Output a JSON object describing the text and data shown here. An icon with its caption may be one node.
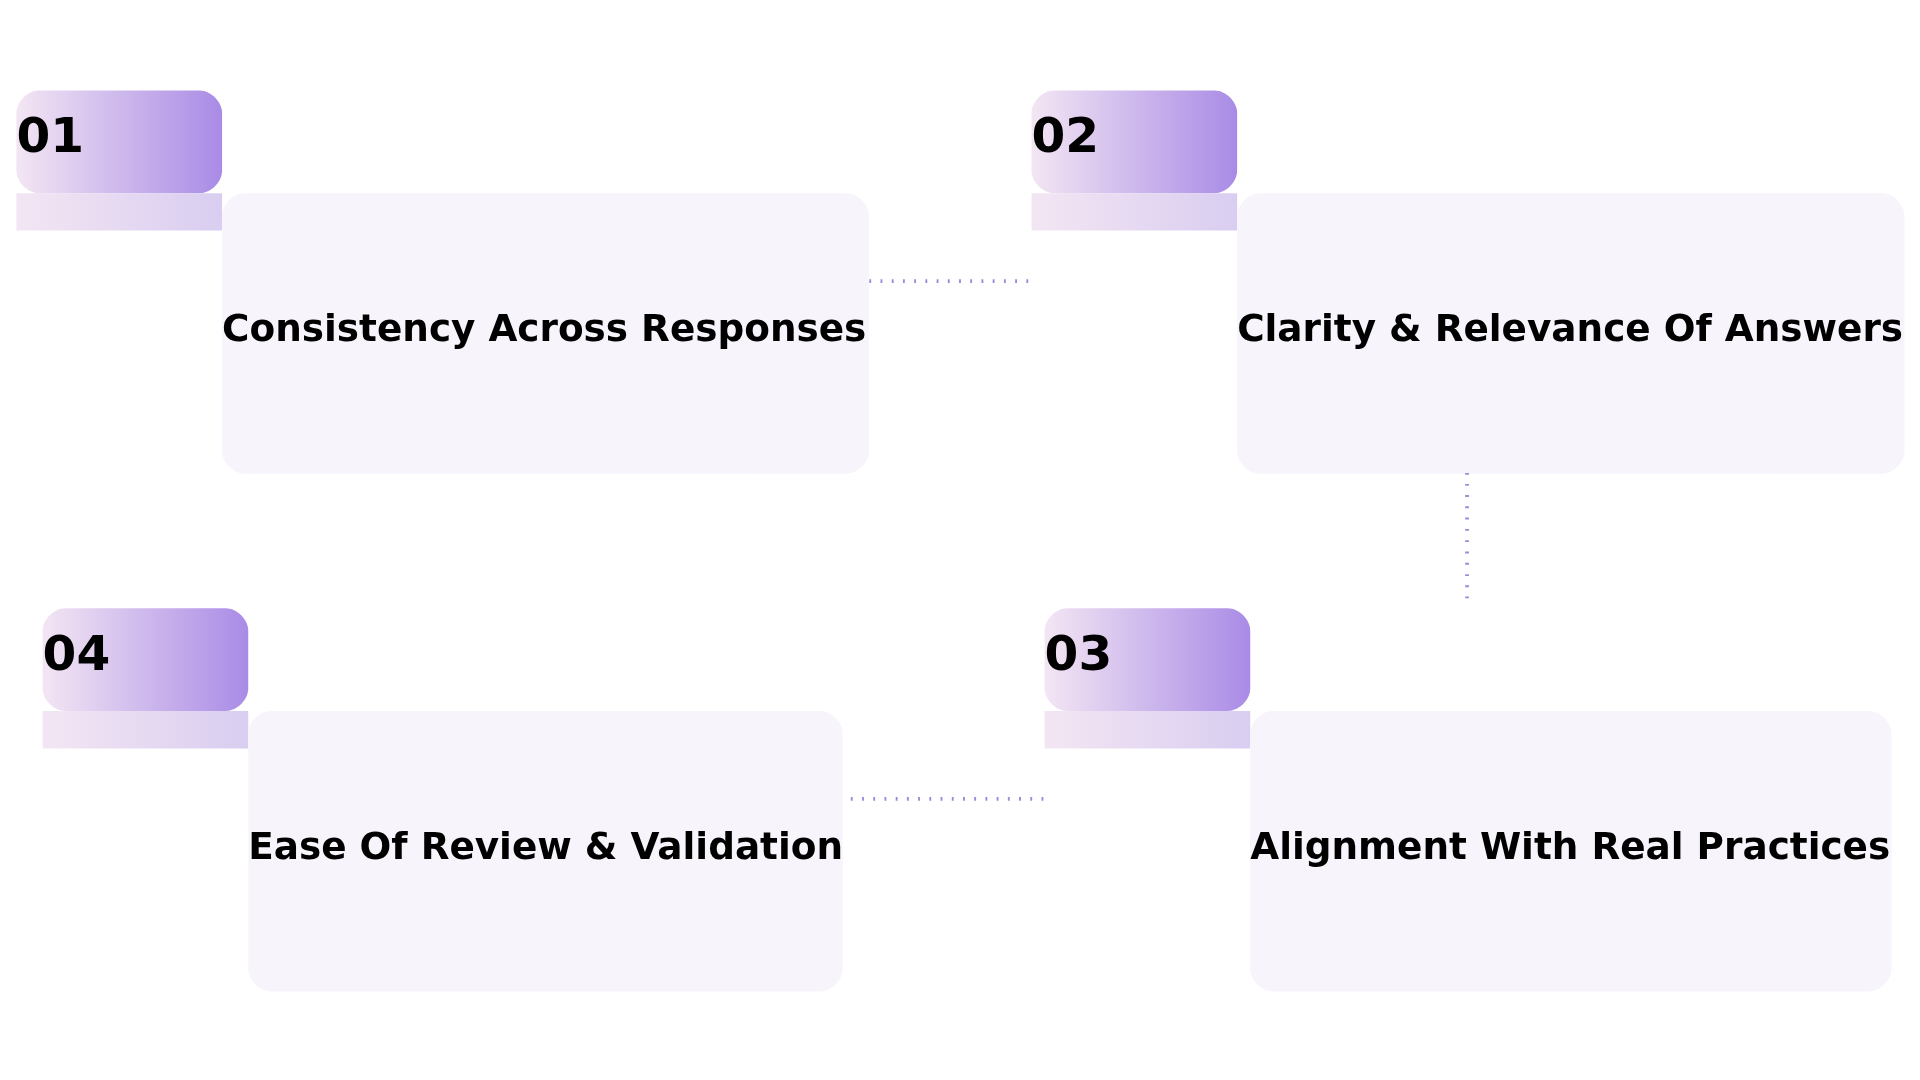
{
  "diagram": {
    "nodes": [
      {
        "text": [
          "01",
          "Consistency Across Responses"
        ]
      },
      {
        "text": [
          "02",
          "Clarity & Relevance Of Answers"
        ]
      },
      {
        "text": [
          "03",
          "Alignment With Real Practices"
        ]
      },
      {
        "text": [
          "04",
          "Ease Of Review & Validation"
        ]
      }
    ],
    "edges": [
      {
        "from": 0,
        "to": 1,
        "arrow": "none",
        "style": "dashed"
      },
      {
        "from": 1,
        "to": 2,
        "arrow": "none",
        "style": "dashed"
      },
      {
        "from": 2,
        "to": 3,
        "arrow": "none",
        "style": "dashed"
      }
    ]
  }
}
